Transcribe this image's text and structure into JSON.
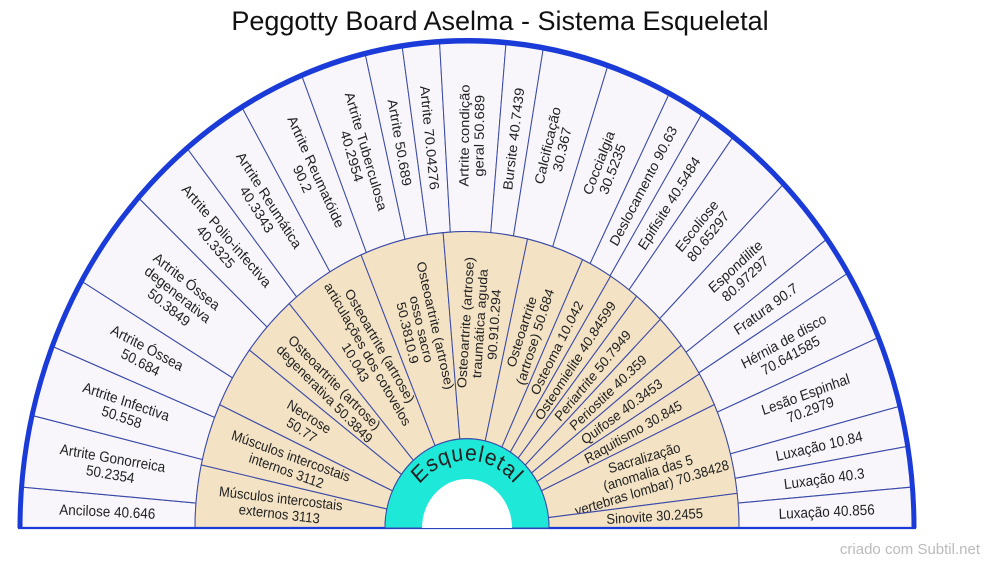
{
  "title": "Peggotty Board Aselma  - Sistema Esqueletal",
  "center_label": "Esqueletal",
  "footer": "criado com Subtil.net",
  "colors": {
    "outer_fill": "#f8f6fb",
    "inner_fill": "#f3e2c4",
    "hub_fill": "#1ee8d8",
    "line": "#3a4aa8",
    "border": "#1a3bd8"
  },
  "outer_ring": [
    [
      "Ancilose 40.646"
    ],
    [
      "Artrite Gonorreica",
      "50.2354"
    ],
    [
      "Artrite Infectiva",
      "50.558"
    ],
    [
      "Artrite Óssea",
      "50.684"
    ],
    [
      "Artrite Óssea",
      "degenerativa",
      "50.3849"
    ],
    [
      "Artrite Polio-infectiva",
      "40.3325"
    ],
    [
      "Artrite Reumática",
      "40.3343"
    ],
    [
      "Artrite Reumatóide",
      "90.2"
    ],
    [
      "Artrite Tuberculosa",
      "40.2954"
    ],
    [
      "Artrite 50.689"
    ],
    [
      "Artrite 70.04276"
    ],
    [
      "Artrite condição",
      "geral 50.689"
    ],
    [
      "Bursite 40.7439"
    ],
    [
      "Calcificação",
      "30.367"
    ],
    [
      "Coccialgia",
      "30.5235"
    ],
    [
      "Deslocamento 90.63"
    ],
    [
      "Epifisite 40.5484"
    ],
    [
      "Escoliose",
      "80.65297"
    ],
    [
      "Espondilite",
      "80.97297"
    ],
    [
      "Fratura 90.7"
    ],
    [
      "Hérnia de disco",
      "70.641585"
    ],
    [
      "Lesão Espinhal",
      "70.2979"
    ],
    [
      "Luxação 10.84"
    ],
    [
      "Luxação 40.3"
    ],
    [
      "Luxação 40.856"
    ]
  ],
  "inner_ring": [
    [
      "Músculos intercostais",
      "externos 3113"
    ],
    [
      "Músculos intercostais",
      "internos 3112"
    ],
    [
      "Necrose",
      "50.77"
    ],
    [
      "Osteoartrite (artrose)",
      "degenerativa 50.3849"
    ],
    [
      "Osteoartrite (artrose)",
      "articulações dos cotovelos",
      "10.043"
    ],
    [
      "Osteoartrite (artrose)",
      "osso sacro",
      "50.3810.9"
    ],
    [
      "Osteoartrite (artrose)",
      "traumática aguda",
      "90.910.294"
    ],
    [
      "Osteoartrite",
      "(artrose) 50.684"
    ],
    [
      "Osteoma 10.042"
    ],
    [
      "Osteomielite 40.84599"
    ],
    [
      "Periartrite 50.7949"
    ],
    [
      "Periostite 40.359"
    ],
    [
      "Quifose 40.3453"
    ],
    [
      "Raquitismo 30.845"
    ],
    [
      "Sacralização",
      "(anomalia das 5",
      "vertebras lombar) 70.38428"
    ],
    [
      "Sinovite 30.2455"
    ]
  ]
}
